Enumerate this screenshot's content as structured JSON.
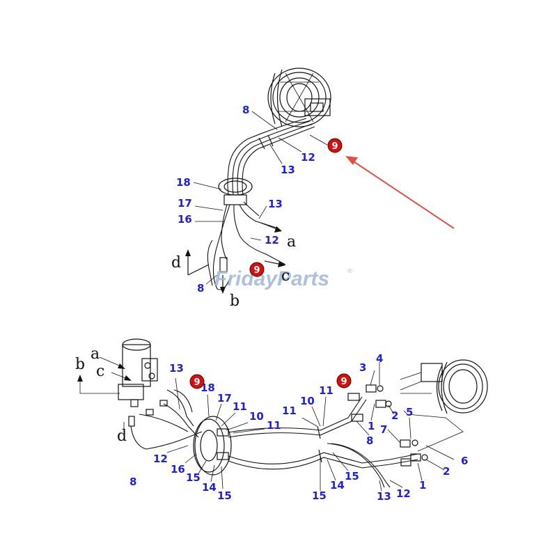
{
  "colors": {
    "label": "#1f1fd6",
    "badge": "#d11010",
    "arrow": "#e05040",
    "watermark": "#9fb6d9"
  },
  "watermark": {
    "part1": "Friday",
    "part2": "Parts",
    "reg": "®"
  },
  "badge_label": "9",
  "top_labels": [
    {
      "t": "8"
    },
    {
      "t": "12"
    },
    {
      "t": "13"
    },
    {
      "t": "18"
    },
    {
      "t": "17"
    },
    {
      "t": "16"
    },
    {
      "t": "13"
    },
    {
      "t": "12"
    },
    {
      "t": "8"
    }
  ],
  "top_letters": [
    {
      "t": "a"
    },
    {
      "t": "c"
    },
    {
      "t": "d"
    },
    {
      "t": "b"
    }
  ],
  "bottom_labels": [
    {
      "t": "13"
    },
    {
      "t": "18"
    },
    {
      "t": "17"
    },
    {
      "t": "11"
    },
    {
      "t": "10"
    },
    {
      "t": "11"
    },
    {
      "t": "12"
    },
    {
      "t": "16"
    },
    {
      "t": "8"
    },
    {
      "t": "15"
    },
    {
      "t": "14"
    },
    {
      "t": "15"
    },
    {
      "t": "11"
    },
    {
      "t": "10"
    },
    {
      "t": "11"
    },
    {
      "t": "3"
    },
    {
      "t": "4"
    },
    {
      "t": "2"
    },
    {
      "t": "1"
    },
    {
      "t": "7"
    },
    {
      "t": "5"
    },
    {
      "t": "8"
    },
    {
      "t": "6"
    },
    {
      "t": "2"
    },
    {
      "t": "1"
    },
    {
      "t": "15"
    },
    {
      "t": "14"
    },
    {
      "t": "15"
    },
    {
      "t": "13"
    },
    {
      "t": "12"
    }
  ],
  "bottom_letters": [
    {
      "t": "a"
    },
    {
      "t": "b"
    },
    {
      "t": "c"
    },
    {
      "t": "d"
    }
  ]
}
